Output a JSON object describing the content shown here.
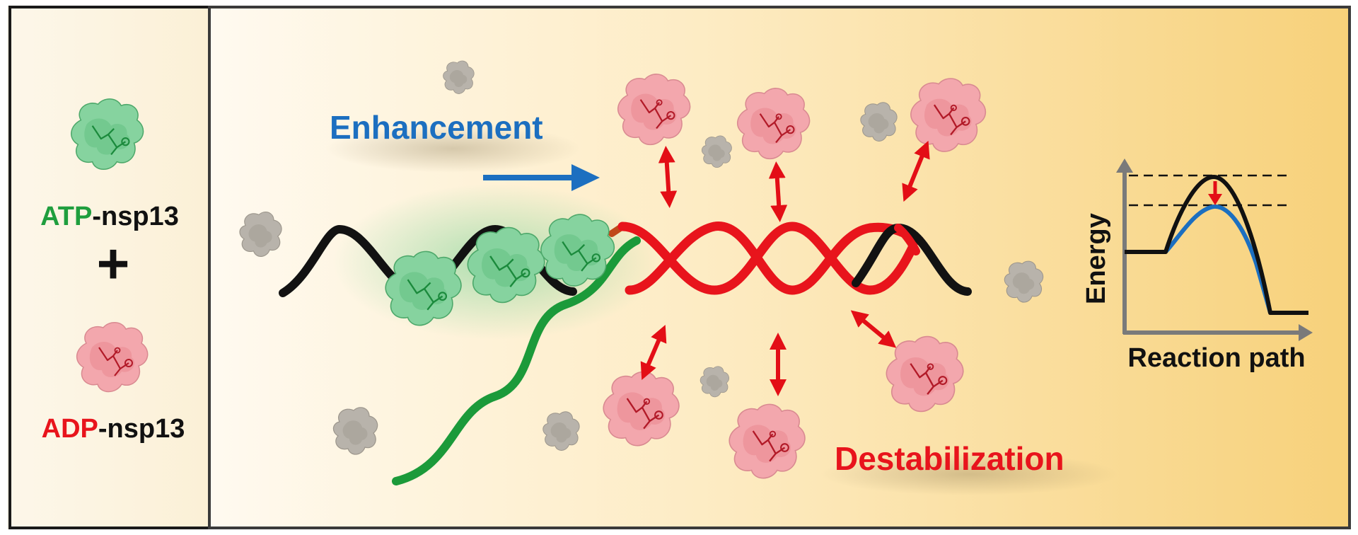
{
  "legend": {
    "atp_prefix": "ATP",
    "atp_suffix": "-nsp13",
    "plus": "+",
    "adp_prefix": "ADP",
    "adp_suffix": "-nsp13"
  },
  "labels": {
    "enhancement": "Enhancement",
    "destabilization": "Destabilization"
  },
  "energy_plot": {
    "ylabel": "Energy",
    "xlabel": "Reaction path"
  },
  "colors": {
    "atp_green": "#1f9e3e",
    "adp_red": "#e8141c",
    "enhancement_blue": "#1c6fc0",
    "dna_black": "#111111",
    "protein_pink": "#f0a2a8",
    "protein_green": "#7fcf98",
    "protein_gray": "#b5b0a8"
  },
  "icons": {
    "atp_protein": "atp-bound-nsp13-protein",
    "adp_protein": "adp-bound-nsp13-protein",
    "gray_protein": "unbound-protein",
    "bidirectional_arrow": "double-headed-red-arrow",
    "forward_arrow": "blue-right-arrow"
  }
}
